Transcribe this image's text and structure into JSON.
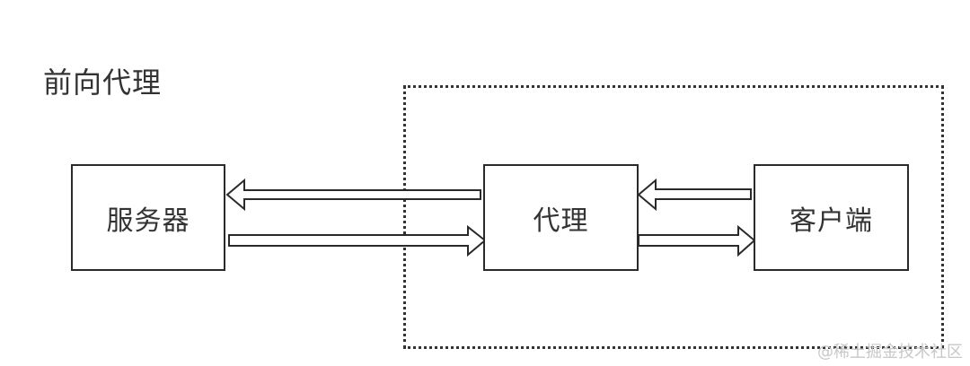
{
  "title": "前向代理",
  "nodes": {
    "server": "服务器",
    "proxy": "代理",
    "client": "客户端"
  },
  "watermark": "@稀土掘金技术社区"
}
